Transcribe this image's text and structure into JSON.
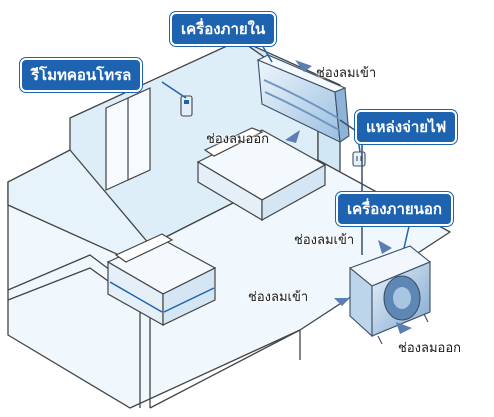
{
  "callouts": {
    "remote": "รีโมทคอนโทรล",
    "indoor_unit": "เครื่องภายใน",
    "power_supply": "แหล่งจ่ายไฟ",
    "outdoor_unit": "เครื่องภายนอก"
  },
  "labels": {
    "indoor_air_inlet": "ช่องลมเข้า",
    "indoor_air_outlet": "ช่องลมออก",
    "outdoor_inlet_top": "ช่องลมเข้า",
    "outdoor_inlet_left": "ช่องลมเข้า",
    "outdoor_outlet": "ช่องลมออก"
  },
  "colors": {
    "callout_bg": "#1e63b0",
    "room_fill": "#e6f3fb",
    "line": "#444444",
    "airflow": "#5b7fb3"
  }
}
